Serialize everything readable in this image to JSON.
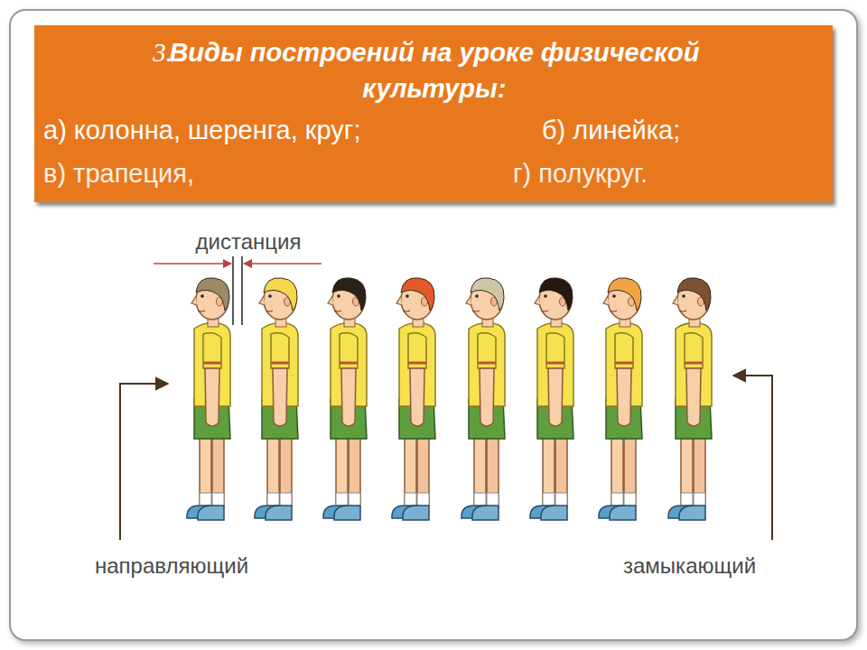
{
  "diagram": {
    "nodes": [
      {
        "text": [
          "3.",
          "Виды построений на уроке физической культуры:",
          "а) колонна, шеренга, круг;",
          "б) линейка;",
          "в) трапеция,",
          "г) полукруг."
        ]
      }
    ],
    "labels": [
      "дистанция",
      "направляющий",
      "замыкающий"
    ]
  }
}
